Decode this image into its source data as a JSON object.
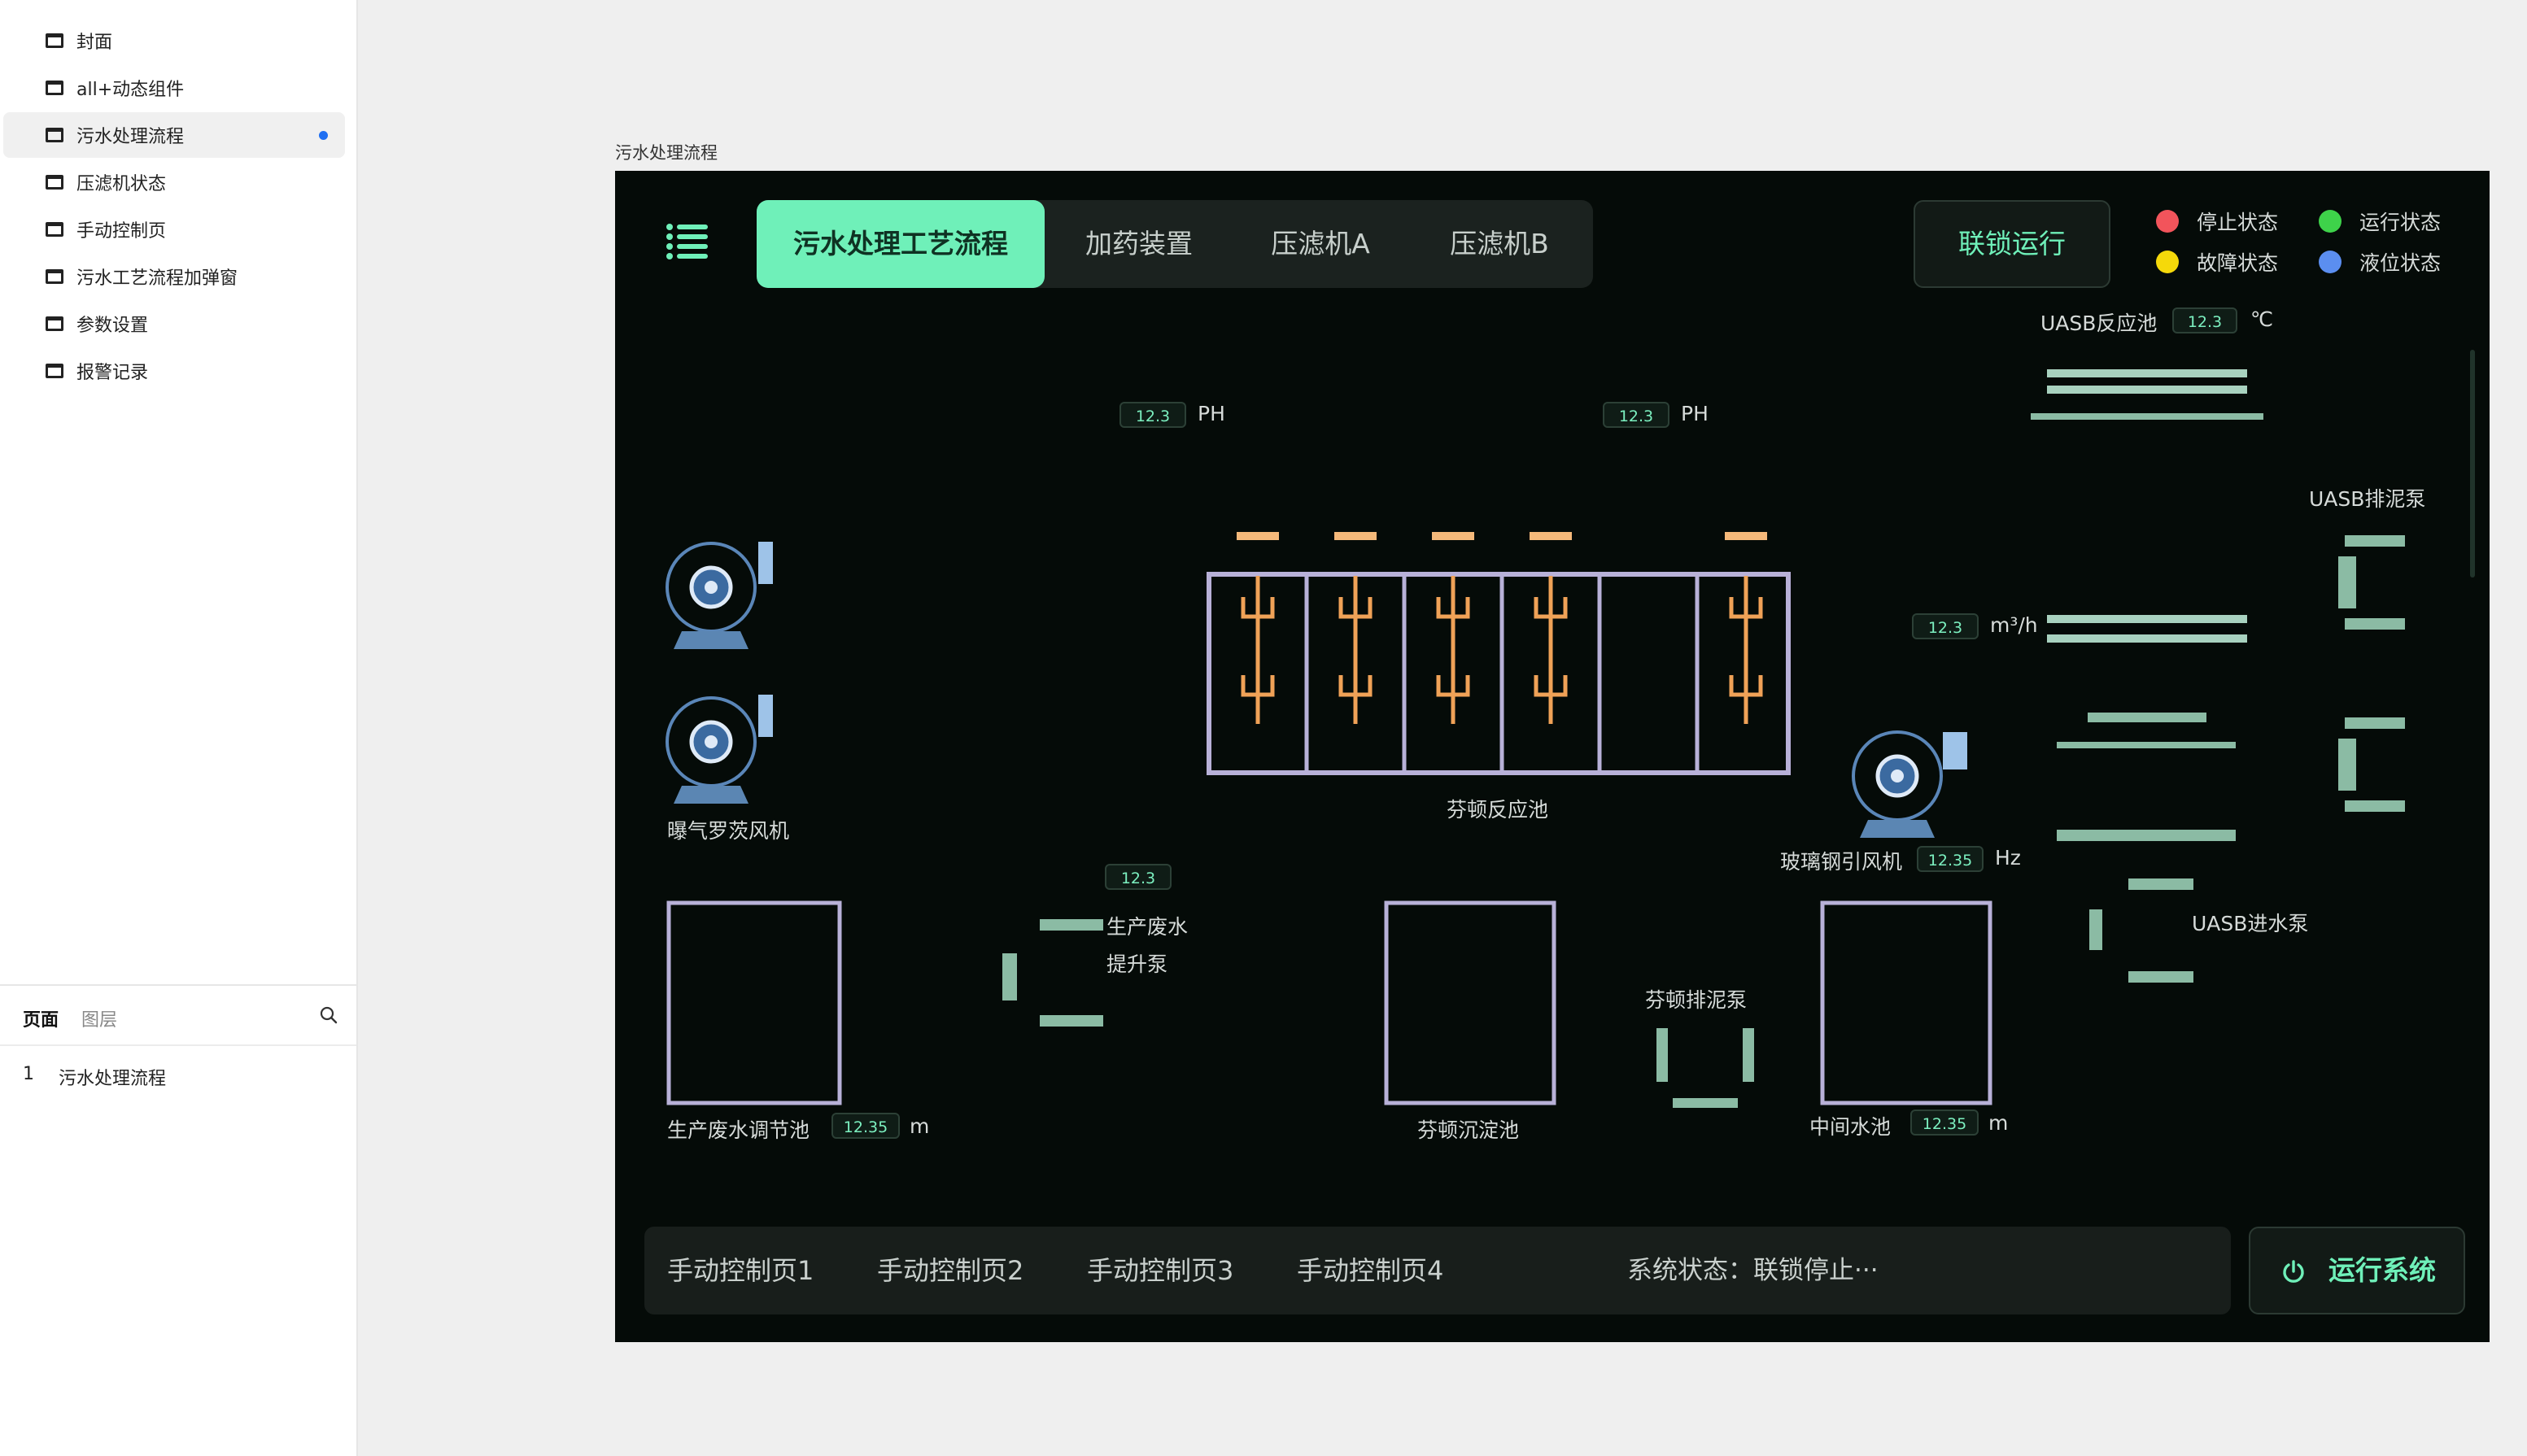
{
  "sidebar": {
    "pages": [
      {
        "label": "封面"
      },
      {
        "label": "all+动态组件"
      },
      {
        "label": "污水处理流程"
      },
      {
        "label": "压滤机状态"
      },
      {
        "label": "手动控制页"
      },
      {
        "label": "污水工艺流程加弹窗"
      },
      {
        "label": "参数设置"
      },
      {
        "label": "报警记录"
      }
    ],
    "active_index": 2,
    "panel_tabs": [
      "页面",
      "图层"
    ],
    "page_list": [
      {
        "index": "1",
        "label": "污水处理流程"
      }
    ]
  },
  "frame": {
    "label": "污水处理流程"
  },
  "hmi": {
    "tabs": [
      "污水处理工艺流程",
      "加药装置",
      "压滤机A",
      "压滤机B"
    ],
    "interlock_button": "联锁运行",
    "legend": [
      {
        "label": "停止状态",
        "color": "#f2545b"
      },
      {
        "label": "运行状态",
        "color": "#3ed24a"
      },
      {
        "label": "故障状态",
        "color": "#f5d90a"
      },
      {
        "label": "液位状态",
        "color": "#5b8ef0"
      }
    ],
    "equipment_labels": {
      "uasb_tank": "UASB反应池",
      "uasb_sludge_pump": "UASB排泥泵",
      "blower": "曝气罗茨风机",
      "fenton_reactor": "芬顿反应池",
      "frp_fan": "玻璃钢引风机",
      "waste_pump_line1": "生产废水",
      "waste_pump_line2": "提升泵",
      "uasb_inlet_pump": "UASB进水泵",
      "fenton_sludge_pump": "芬顿排泥泵",
      "waste_tank": "生产废水调节池",
      "fenton_settler": "芬顿沉淀池",
      "middle_tank": "中间水池"
    },
    "readings": {
      "uasb_temp": {
        "value": "12.3",
        "unit": "℃"
      },
      "ph1": {
        "value": "12.3",
        "unit": "PH"
      },
      "ph2": {
        "value": "12.3",
        "unit": "PH"
      },
      "flow": {
        "value": "12.3",
        "unit": "m³/h"
      },
      "fan_freq": {
        "value": "12.35",
        "unit": "Hz"
      },
      "pump_reading": {
        "value": "12.3"
      },
      "waste_level": {
        "value": "12.35",
        "unit": "m"
      },
      "middle_level": {
        "value": "12.35",
        "unit": "m"
      }
    },
    "bottom_nav": [
      "手动控制页1",
      "手动控制页2",
      "手动控制页3",
      "手动控制页4"
    ],
    "system_status": "系统状态：联锁停止···",
    "run_button": "运行系统",
    "accent_color": "#6ff0b9"
  }
}
